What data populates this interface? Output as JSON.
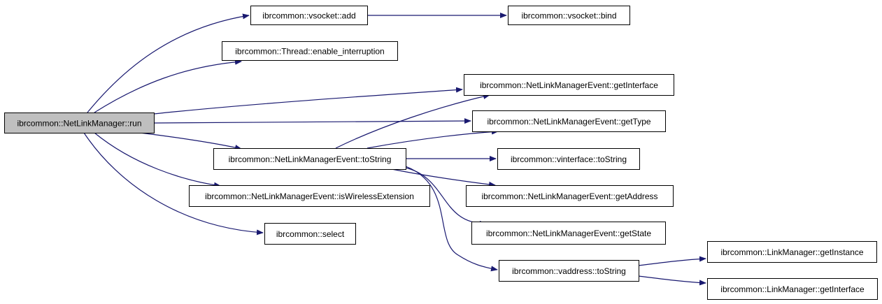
{
  "colors": {
    "edge": "#191970",
    "node_fill": "#ffffff",
    "root_fill": "#bfbfbf",
    "border": "#000000"
  },
  "nodes": [
    {
      "id": "run",
      "label": "ibrcommon::NetLinkManager::run",
      "root": true
    },
    {
      "id": "vsock_add",
      "label": "ibrcommon::vsocket::add"
    },
    {
      "id": "vsock_bind",
      "label": "ibrcommon::vsocket::bind"
    },
    {
      "id": "thread_ei",
      "label": "ibrcommon::Thread::enable_interruption"
    },
    {
      "id": "nle_getInterface",
      "label": "ibrcommon::NetLinkManagerEvent::getInterface"
    },
    {
      "id": "nle_getType",
      "label": "ibrcommon::NetLinkManagerEvent::getType"
    },
    {
      "id": "nle_toString",
      "label": "ibrcommon::NetLinkManagerEvent::toString"
    },
    {
      "id": "vif_toString",
      "label": "ibrcommon::vinterface::toString"
    },
    {
      "id": "nle_isWE",
      "label": "ibrcommon::NetLinkManagerEvent::isWirelessExtension"
    },
    {
      "id": "nle_getAddress",
      "label": "ibrcommon::NetLinkManagerEvent::getAddress"
    },
    {
      "id": "select",
      "label": "ibrcommon::select"
    },
    {
      "id": "nle_getState",
      "label": "ibrcommon::NetLinkManagerEvent::getState"
    },
    {
      "id": "vaddr_toString",
      "label": "ibrcommon::vaddress::toString"
    },
    {
      "id": "lm_getInstance",
      "label": "ibrcommon::LinkManager::getInstance"
    },
    {
      "id": "lm_getInterface",
      "label": "ibrcommon::LinkManager::getInterface"
    }
  ],
  "edges": [
    {
      "from": "run",
      "to": "vsock_add"
    },
    {
      "from": "vsock_add",
      "to": "vsock_bind"
    },
    {
      "from": "run",
      "to": "thread_ei"
    },
    {
      "from": "run",
      "to": "nle_getInterface"
    },
    {
      "from": "run",
      "to": "nle_getType"
    },
    {
      "from": "run",
      "to": "nle_toString"
    },
    {
      "from": "run",
      "to": "nle_isWE"
    },
    {
      "from": "run",
      "to": "select"
    },
    {
      "from": "nle_toString",
      "to": "nle_getInterface"
    },
    {
      "from": "nle_toString",
      "to": "nle_getType"
    },
    {
      "from": "nle_toString",
      "to": "vif_toString"
    },
    {
      "from": "nle_toString",
      "to": "nle_getAddress"
    },
    {
      "from": "nle_toString",
      "to": "nle_getState"
    },
    {
      "from": "nle_toString",
      "to": "vaddr_toString"
    },
    {
      "from": "vaddr_toString",
      "to": "lm_getInstance"
    },
    {
      "from": "vaddr_toString",
      "to": "lm_getInterface"
    }
  ]
}
